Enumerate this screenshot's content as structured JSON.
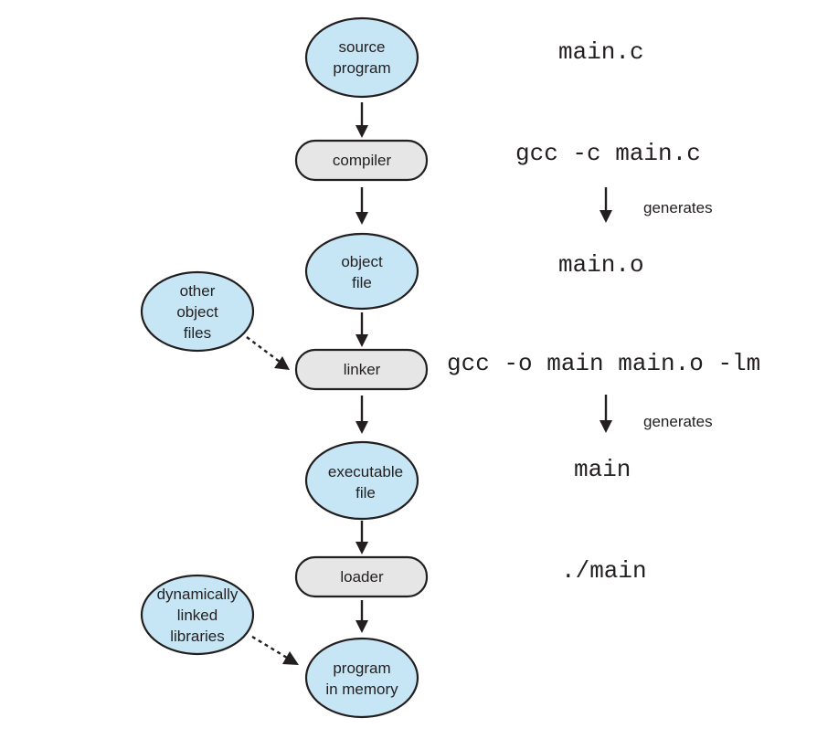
{
  "nodes": {
    "source_program": [
      "source",
      "program"
    ],
    "compiler": "compiler",
    "object_file": [
      "object",
      "file"
    ],
    "other_object_files": [
      "other",
      "object",
      "files"
    ],
    "linker": "linker",
    "executable_file": [
      "executable",
      "file"
    ],
    "loader": "loader",
    "dynamically_linked_libraries": [
      "dynamically",
      "linked",
      "libraries"
    ],
    "program_in_memory": [
      "program",
      "in memory"
    ]
  },
  "commands": {
    "main_c": "main.c",
    "gcc_compile": "gcc -c main.c",
    "main_o": "main.o",
    "gcc_link": "gcc -o main main.o -lm",
    "main": "main",
    "run": "./main"
  },
  "generates_1": "generates",
  "generates_2": "generates"
}
